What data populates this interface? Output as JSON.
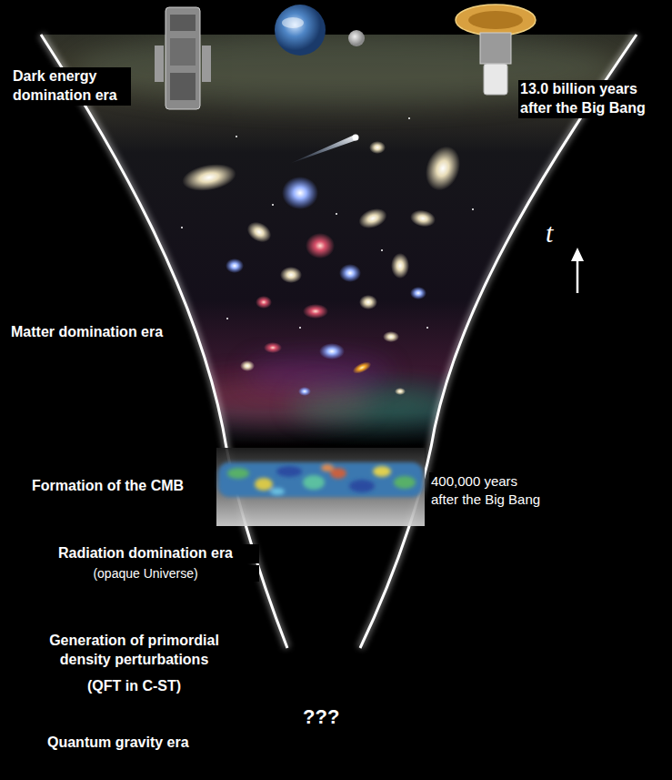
{
  "diagram": {
    "labels": [
      "Dark energy domination era",
      "13.0 billion years after the Big Bang",
      "t",
      "Matter domination era",
      "Formation of the CMB",
      "400,000 years after the Big Bang",
      "Radiation domination era",
      "(opaque Universe)",
      "Generation of primordial density perturbations",
      "(QFT in C-ST)",
      "???",
      "Quantum gravity era"
    ]
  }
}
